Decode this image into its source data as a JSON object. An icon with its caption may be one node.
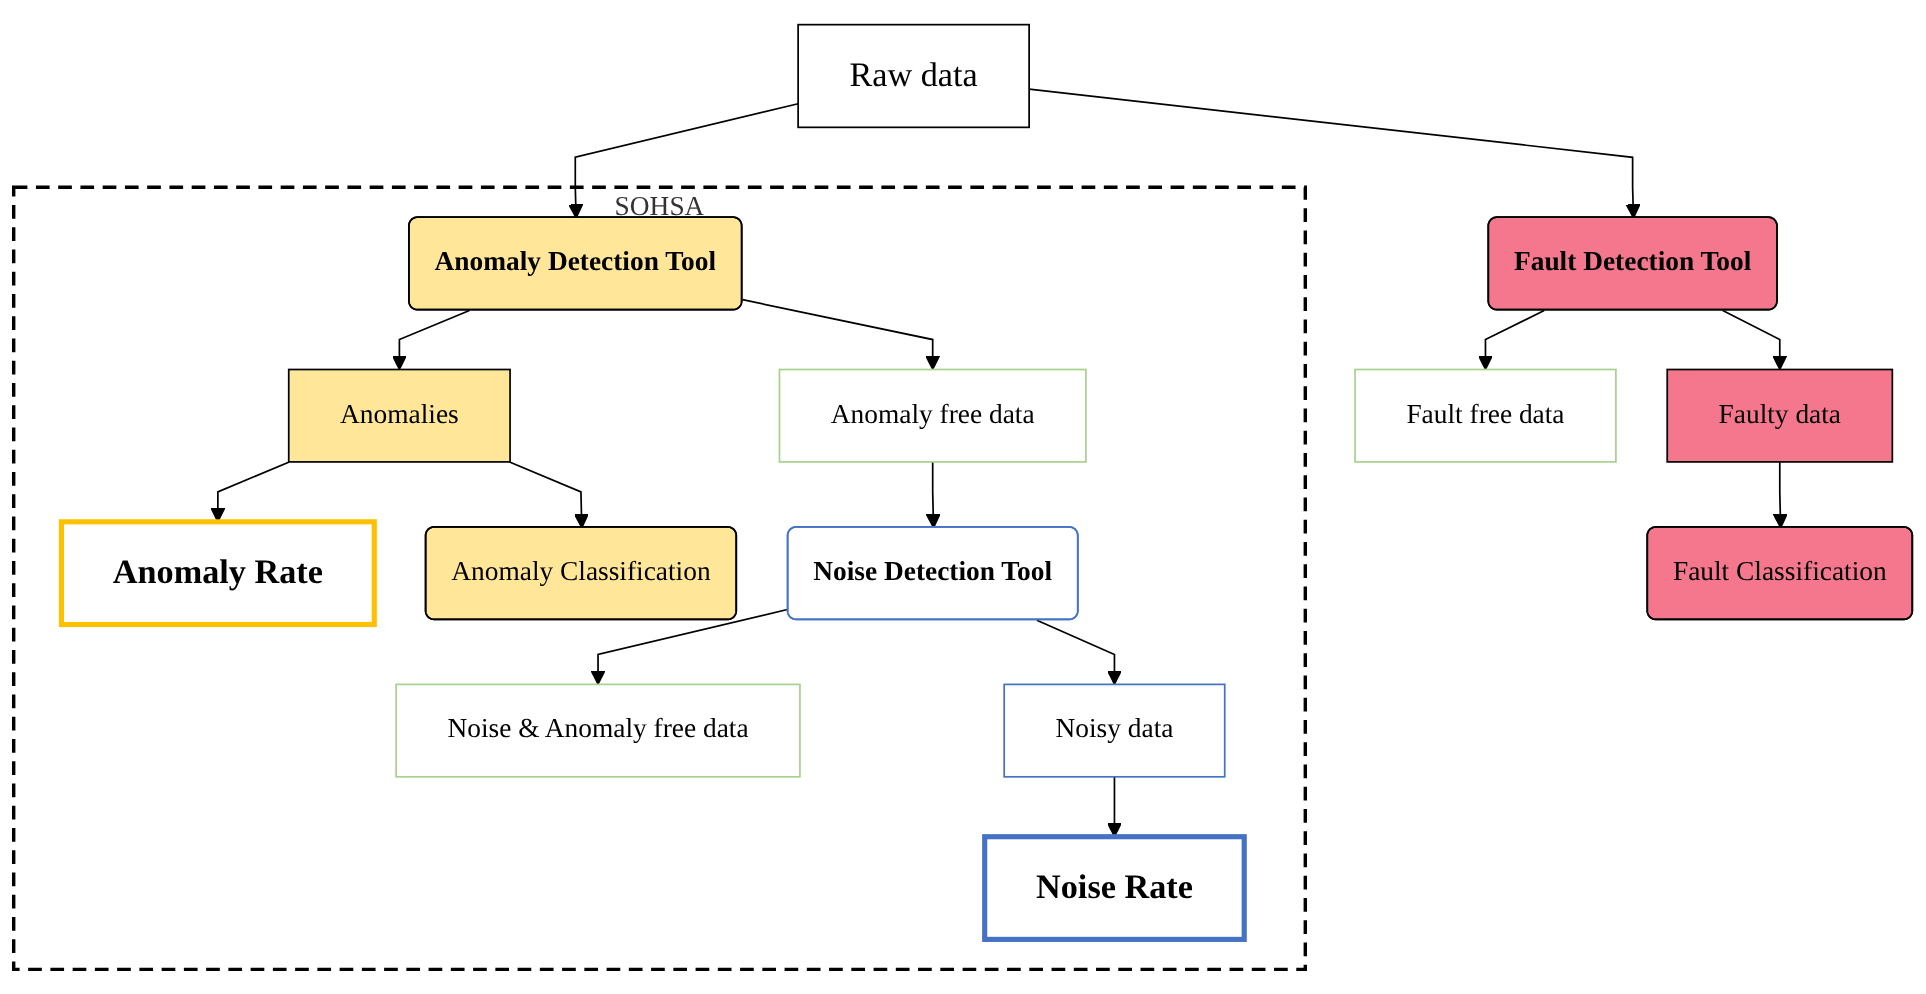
{
  "diagram": {
    "nodes": [
      {
        "text": [
          "Raw data"
        ]
      },
      {
        "text": [
          "Fault Detection Tool"
        ]
      },
      {
        "text": [
          "Faulty data"
        ]
      },
      {
        "text": [
          "Fault free data"
        ]
      },
      {
        "text": [
          "Fault Classification"
        ]
      },
      {
        "text": [
          "SOHSA"
        ]
      },
      {
        "text": [
          "Anomaly Detection Tool"
        ],
        "in": 5
      },
      {
        "text": [
          "Anomaly free data"
        ],
        "in": 5
      },
      {
        "text": [
          "Anomalies"
        ],
        "in": 5
      },
      {
        "text": [
          "Anomaly Rate"
        ],
        "in": 5
      },
      {
        "text": [
          "Anomaly Classification"
        ],
        "in": 5
      },
      {
        "text": [
          "Noise Detection Tool"
        ],
        "in": 5
      },
      {
        "text": [
          "Noise & Anomaly free data"
        ],
        "in": 5
      },
      {
        "text": [
          "Noisy data"
        ],
        "in": 5
      },
      {
        "text": [
          "Noise Rate"
        ],
        "in": 5
      }
    ],
    "edges": [
      {
        "from": 0,
        "to": 1,
        "arrow": "to"
      },
      {
        "from": 0,
        "to": 6,
        "arrow": "to"
      },
      {
        "from": 1,
        "to": 2,
        "arrow": "to"
      },
      {
        "from": 1,
        "to": 3,
        "arrow": "to"
      },
      {
        "from": 2,
        "to": 4,
        "arrow": "to"
      },
      {
        "from": 6,
        "to": 7,
        "arrow": "to"
      },
      {
        "from": 6,
        "to": 8,
        "arrow": "to"
      },
      {
        "from": 8,
        "to": 9,
        "arrow": "to"
      },
      {
        "from": 8,
        "to": 10,
        "arrow": "to"
      },
      {
        "from": 7,
        "to": 11,
        "arrow": "to"
      },
      {
        "from": 11,
        "to": 12,
        "arrow": "to"
      },
      {
        "from": 11,
        "to": 13,
        "arrow": "to"
      },
      {
        "from": 13,
        "to": 14,
        "arrow": "to"
      }
    ]
  }
}
